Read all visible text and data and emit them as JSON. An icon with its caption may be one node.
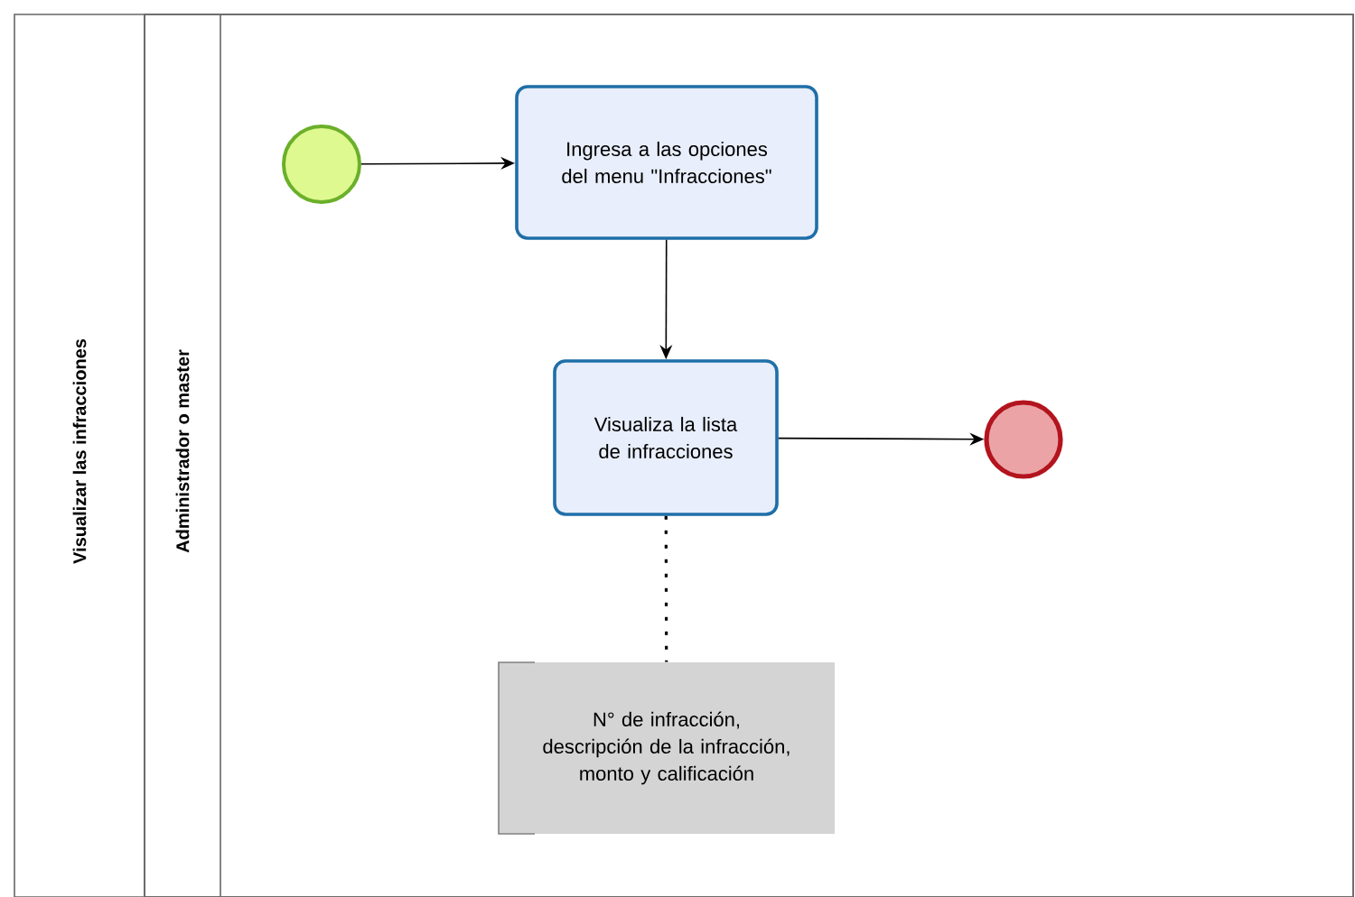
{
  "diagram": {
    "nodes": [
      {
        "text": [
          "Visualizar las infracciones"
        ]
      },
      {
        "text": [
          "Administrador o master"
        ],
        "in": 0
      },
      {
        "text": [],
        "shape": "circle",
        "in": 1
      },
      {
        "text": [
          "Ingresa a las opciones del menu \"Infracciones\""
        ],
        "in": 1
      },
      {
        "text": [
          "Visualiza la lista de infracciones"
        ],
        "in": 1
      },
      {
        "text": [],
        "shape": "circle",
        "in": 1
      },
      {
        "text": [
          "N° de infracción, descripción de la infracción, monto y calificación"
        ],
        "in": 1
      }
    ],
    "edges": [
      {
        "from": 2,
        "to": 3,
        "arrow": "to"
      },
      {
        "from": 3,
        "to": 4,
        "arrow": "to"
      },
      {
        "from": 4,
        "to": 5,
        "arrow": "to"
      },
      {
        "from": 4,
        "to": 6,
        "arrow": "none",
        "style": "dashed"
      }
    ]
  }
}
